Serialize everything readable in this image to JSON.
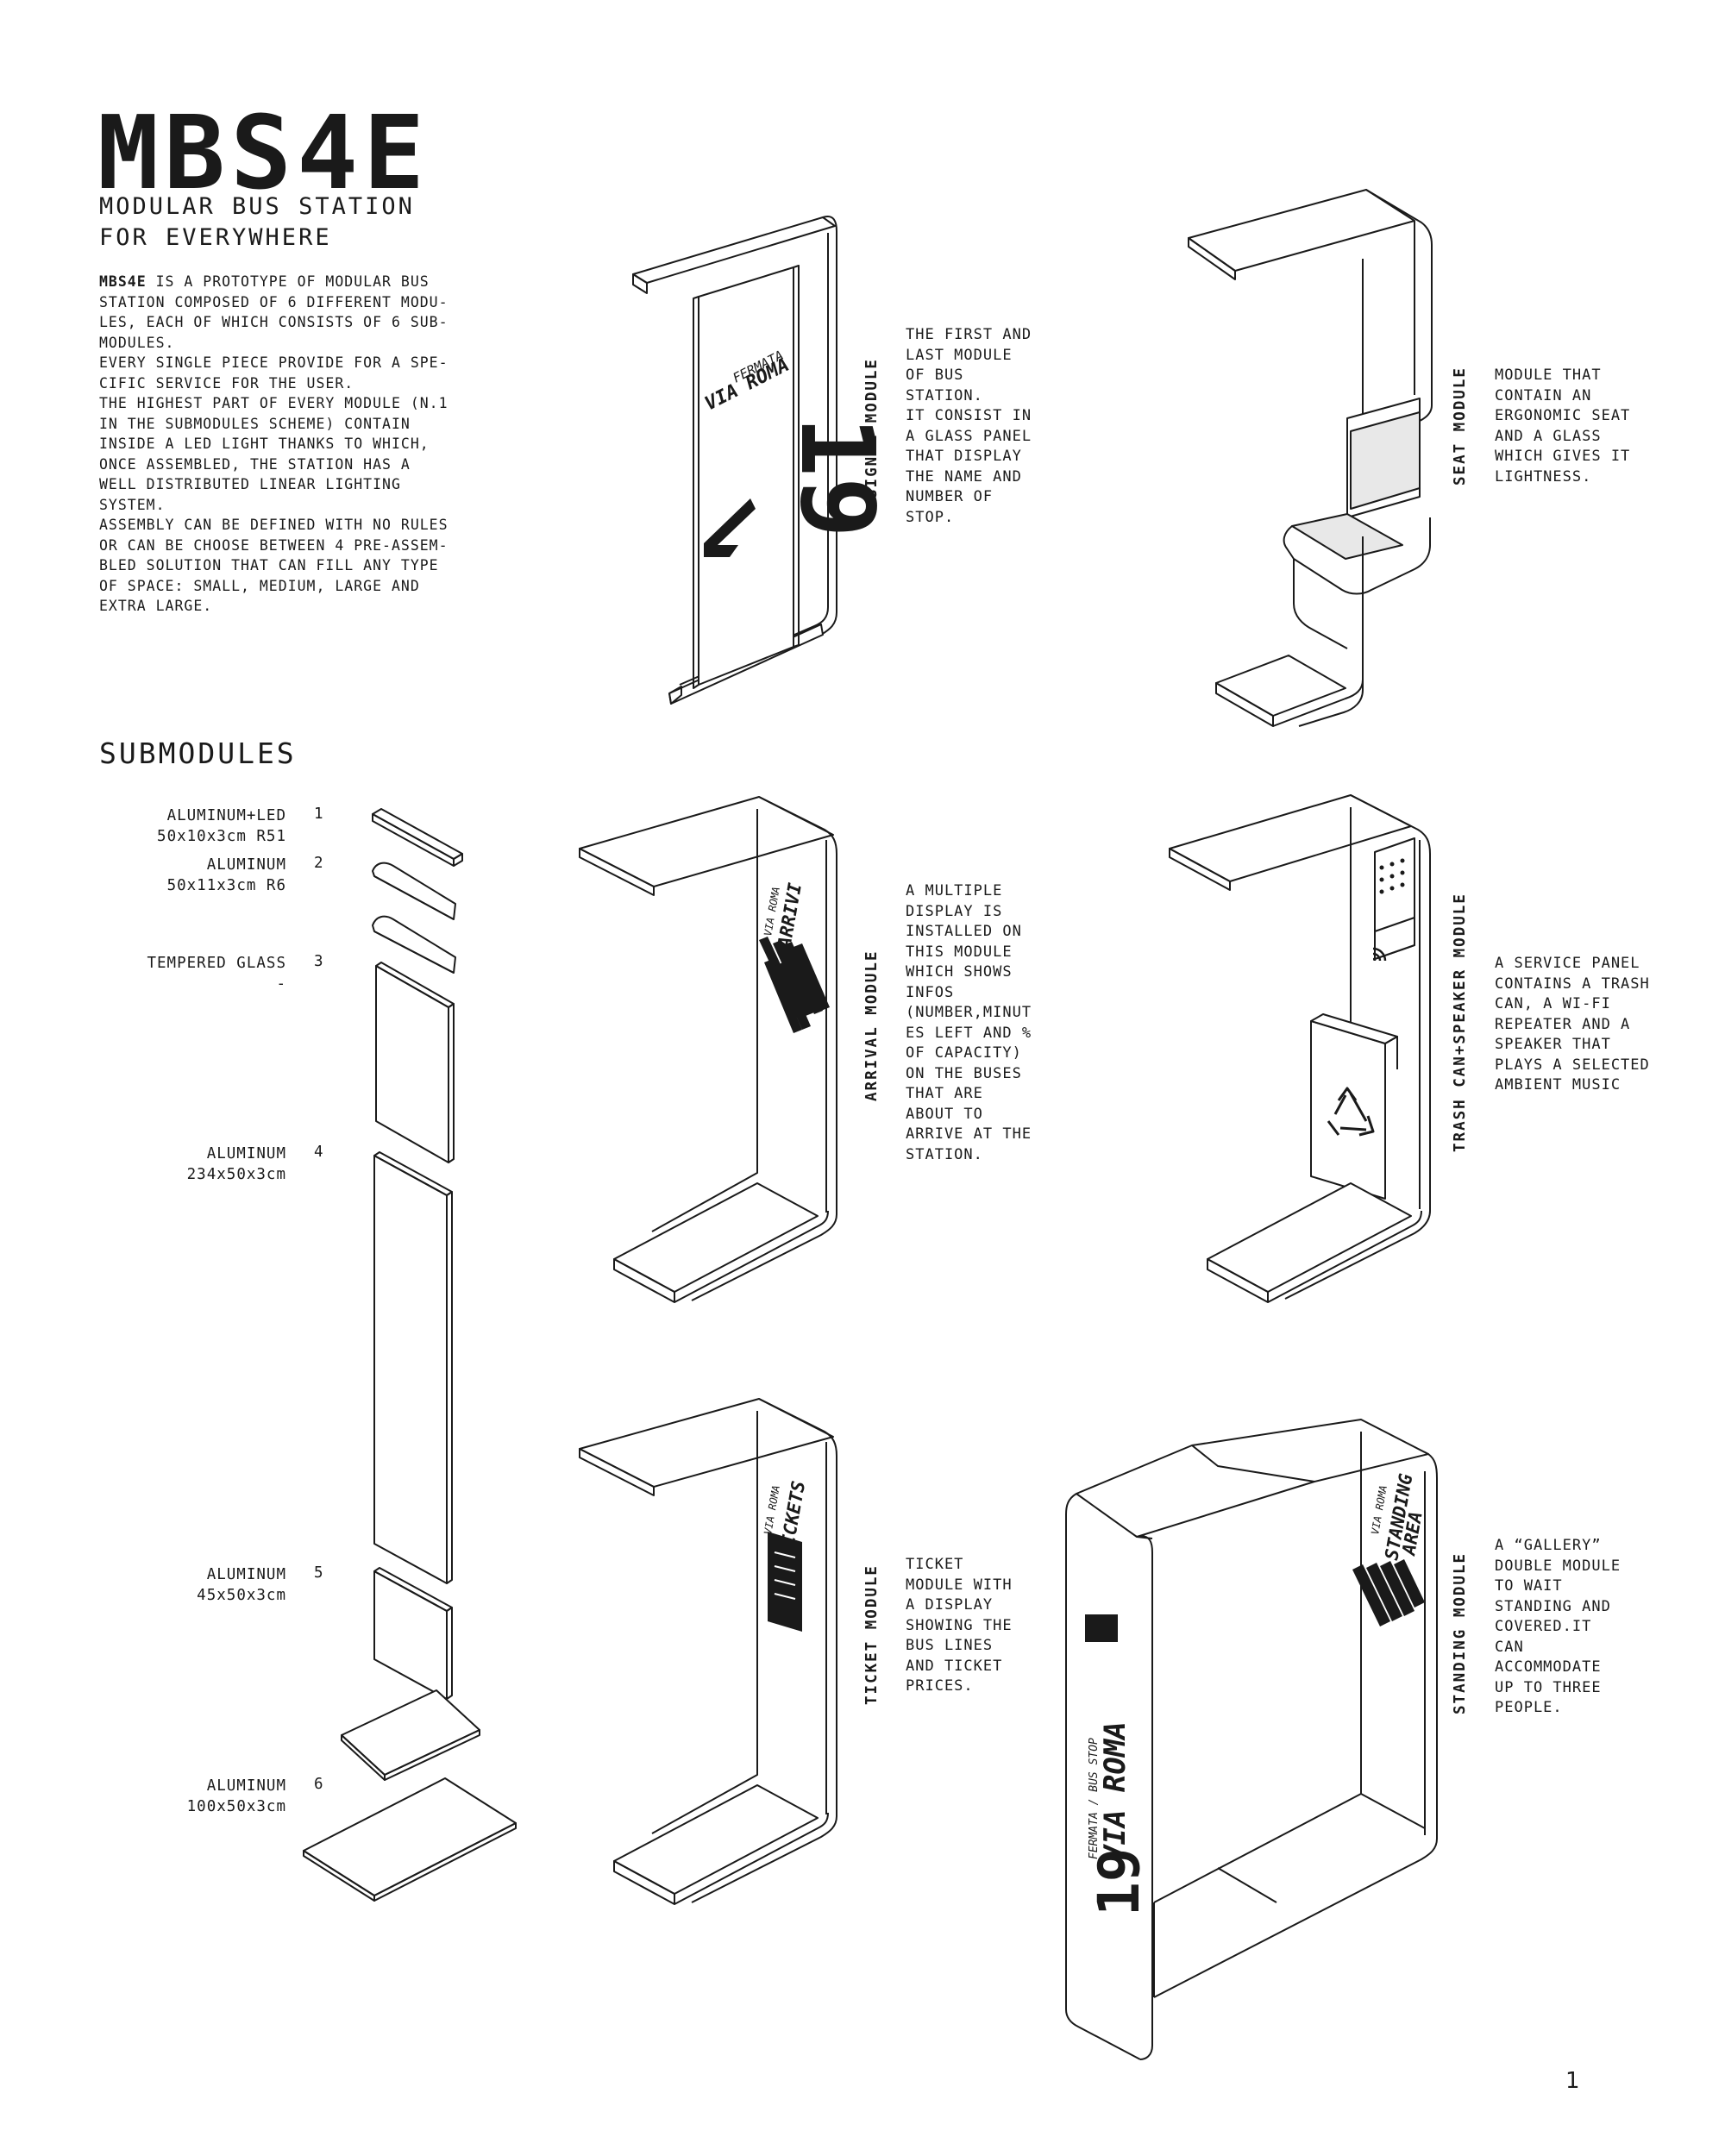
{
  "title": "MBS4E",
  "subtitle_line1": "MODULAR BUS STATION",
  "subtitle_line2": "FOR EVERYWHERE",
  "intro": {
    "lead": "MBS4E",
    "body": " IS A PROTOTYPE OF MODULAR BUS\nSTATION COMPOSED OF 6 DIFFERENT MODU-\nLES, EACH OF WHICH CONSISTS OF 6 SUB-\nMODULES.\nEVERY SINGLE PIECE PROVIDE FOR A SPE-\nCIFIC SERVICE FOR THE USER.\nTHE HIGHEST PART OF EVERY MODULE (N.1\nIN THE SUBMODULES SCHEME) CONTAIN\nINSIDE A LED LIGHT THANKS TO WHICH,\nONCE ASSEMBLED, THE STATION HAS A\nWELL DISTRIBUTED LINEAR LIGHTING\nSYSTEM.\nASSEMBLY CAN BE DEFINED WITH NO RULES\nOR CAN BE CHOOSE BETWEEN 4 PRE-ASSEM-\nBLED SOLUTION THAT CAN FILL ANY TYPE\nOF SPACE: SMALL, MEDIUM, LARGE AND\nEXTRA LARGE."
  },
  "submodules_heading": "SUBMODULES",
  "submodules": [
    {
      "number": "1",
      "spec": "ALUMINUM+LED\n50x10x3cm R51"
    },
    {
      "number": "2",
      "spec": "ALUMINUM\n50x11x3cm R6"
    },
    {
      "number": "3",
      "spec": "TEMPERED GLASS\n-"
    },
    {
      "number": "4",
      "spec": "ALUMINUM\n234x50x3cm"
    },
    {
      "number": "5",
      "spec": "ALUMINUM\n45x50x3cm"
    },
    {
      "number": "6",
      "spec": "ALUMINUM\n100x50x3cm"
    }
  ],
  "modules": [
    {
      "label": "SIGNAL MODULE",
      "description": "THE FIRST AND\nLAST MODULE\nOF BUS\nSTATION.\nIT CONSIST IN\nA GLASS PANEL\nTHAT DISPLAY\nTHE NAME AND\nNUMBER OF\nSTOP."
    },
    {
      "label": "SEAT MODULE",
      "description": "MODULE THAT\nCONTAIN AN\nERGONOMIC SEAT\nAND A GLASS\nWHICH GIVES IT\nLIGHTNESS."
    },
    {
      "label": "ARRIVAL MODULE",
      "description": "A MULTIPLE\nDISPLAY IS\nINSTALLED ON\nTHIS MODULE\nWHICH SHOWS\nINFOS\n(NUMBER,MINUT\nES LEFT AND %\nOF CAPACITY)\nON THE BUSES\nTHAT ARE\nABOUT TO\nARRIVE AT THE\nSTATION."
    },
    {
      "label": "TRASH CAN+SPEAKER MODULE",
      "description": "A SERVICE PANEL\nCONTAINS A TRASH\nCAN, A WI-FI\nREPEATER AND A\nSPEAKER THAT\nPLAYS A SELECTED\nAMBIENT MUSIC"
    },
    {
      "label": "TICKET MODULE",
      "description": "TICKET\nMODULE WITH\nA DISPLAY\nSHOWING THE\nBUS LINES\nAND TICKET\nPRICES."
    },
    {
      "label": "STANDING MODULE",
      "description": "A “GALLERY”\nDOUBLE MODULE\nTO WAIT\nSTANDING AND\nCOVERED.IT\nCAN\nACCOMMODATE\nUP TO THREE\nPEOPLE."
    }
  ],
  "signage": {
    "fermata": "FERMATA",
    "via_roma": "VIA ROMA",
    "stop_number": "19",
    "arrivi": "ARRIVI",
    "tickets": "TICKETS",
    "standing_area_1": "STANDING",
    "standing_area_2": "AREA",
    "fermata_bus_stop": "FERMATA / BUS STOP"
  },
  "page_number": "1"
}
